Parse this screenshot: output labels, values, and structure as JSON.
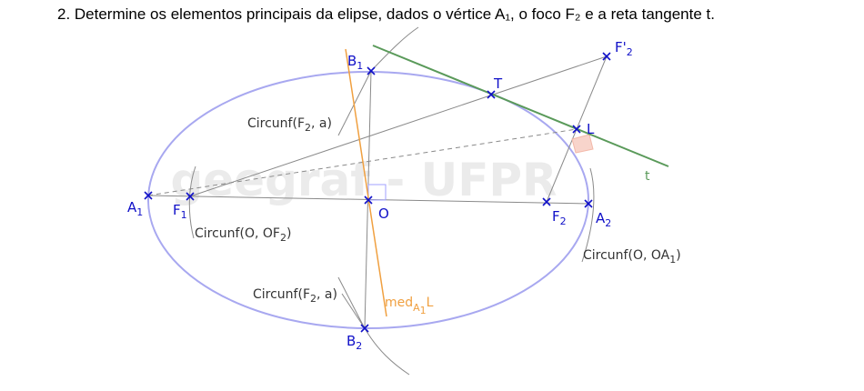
{
  "question": "2. Determine os elementos principais da elipse, dados o vértice A₁, o foco F₂ e a reta tangente t.",
  "watermark": "geegraf - UFPR",
  "colors": {
    "ellipse": "#a8a8f0",
    "tangent": "#5a9a5a",
    "mediatrix": "#f0a040",
    "point": "#1010c8",
    "construction": "#8a8a8a",
    "right_angle": "#f3b8a8",
    "watermark": "#ebebeb"
  },
  "points": {
    "A1": {
      "base": "A",
      "sub": "1"
    },
    "F1": {
      "base": "F",
      "sub": "1"
    },
    "O": {
      "base": "O",
      "sub": ""
    },
    "F2": {
      "base": "F",
      "sub": "2"
    },
    "A2": {
      "base": "A",
      "sub": "2"
    },
    "B1": {
      "base": "B",
      "sub": "1"
    },
    "B2": {
      "base": "B",
      "sub": "2"
    },
    "T": {
      "base": "T",
      "sub": ""
    },
    "L": {
      "base": "L",
      "sub": ""
    },
    "Fp2": {
      "base": "F'",
      "sub": "2"
    }
  },
  "lines": {
    "tangent_label": "t",
    "mediatrix": {
      "base": "med",
      "sub": "A",
      "sub2": "1",
      "tail": "L"
    }
  },
  "arc_labels": {
    "circ_f2_a_top": {
      "a": "Circunf(F",
      "b": "2",
      "c": ", a)"
    },
    "circ_f2_a_bottom": {
      "a": "Circunf(F",
      "b": "2",
      "c": ", a)"
    },
    "circ_o_of2": {
      "a": "Circunf(O, OF",
      "b": "2",
      "c": ")"
    },
    "circ_o_oa1": {
      "a": "Circunf(O, OA",
      "b": "1",
      "c": ")"
    }
  },
  "icons": {
    "point_marker": "cross-mark-icon",
    "right_angle": "right-angle-marker-icon"
  }
}
